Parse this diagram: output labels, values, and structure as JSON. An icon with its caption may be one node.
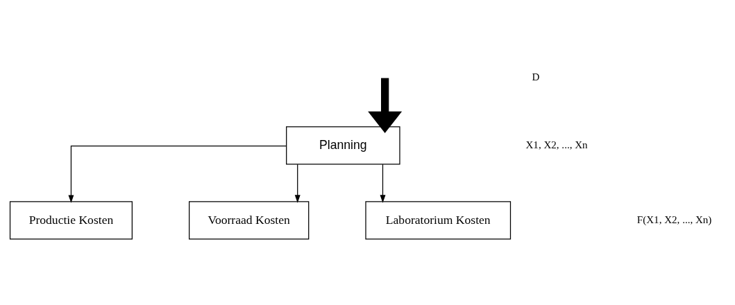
{
  "diagram": {
    "nodes": [
      {
        "text": [
          "Planning"
        ]
      },
      {
        "text": [
          "Productie Kosten"
        ]
      },
      {
        "text": [
          "Voorraad Kosten"
        ]
      },
      {
        "text": [
          "Laboratorium Kosten"
        ]
      }
    ],
    "edges": [
      {
        "from": null,
        "to": 0,
        "arrow": "to",
        "style": "thick"
      },
      {
        "from": 0,
        "to": 1,
        "arrow": "to"
      },
      {
        "from": 0,
        "to": 2,
        "arrow": "to"
      },
      {
        "from": 0,
        "to": 3,
        "arrow": "to"
      }
    ],
    "labels": [
      "D",
      "X1, X2, ..., Xn",
      "F(X1, X2, ..., Xn)"
    ]
  }
}
